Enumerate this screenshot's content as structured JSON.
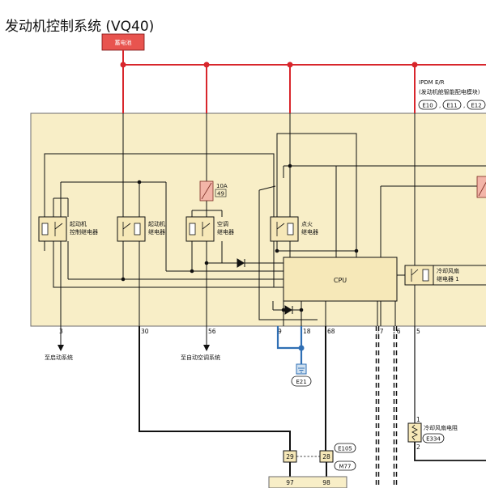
{
  "title": "发动机控制系统 (VQ40)",
  "battery": "蓄电池",
  "ipdm": {
    "name": "IPDM E/R",
    "desc": "(发动机舱智能配电模块)",
    "connectors": [
      "E10",
      "E11",
      "E12"
    ]
  },
  "relays": {
    "starter_control": [
      "起动机",
      "控制继电器"
    ],
    "starter": [
      "起动机",
      "继电器"
    ],
    "ac": [
      "空调",
      "继电器"
    ],
    "ignition": [
      "点火",
      "继电器"
    ],
    "cooling_fan_1": [
      "冷却风扇",
      "继电器 1"
    ]
  },
  "fuse": {
    "amp": "10A",
    "num": "49"
  },
  "cpu": "CPU",
  "pins": [
    "3",
    "30",
    "56",
    "9",
    "18",
    "68",
    "27",
    "26",
    "5"
  ],
  "dest": {
    "starting": "至启动系统",
    "auto_ac": "至自动空调系统"
  },
  "ground": "E21",
  "resistor": {
    "label": "冷却风扇电阻",
    "connector": "E334",
    "pin_top": "1",
    "pin_bottom": "2"
  },
  "joint": {
    "pin_a": "29",
    "pin_b": "28",
    "conn_a": "E105",
    "conn_b": "M77",
    "pin_c": "97",
    "pin_d": "98"
  },
  "colors": {
    "power": "#d8262c",
    "module_fill": "#f8eec7",
    "relay_fill": "#f6e8b8",
    "battery_fill": "#e8544f",
    "ground_wire": "#2f6fb4"
  }
}
